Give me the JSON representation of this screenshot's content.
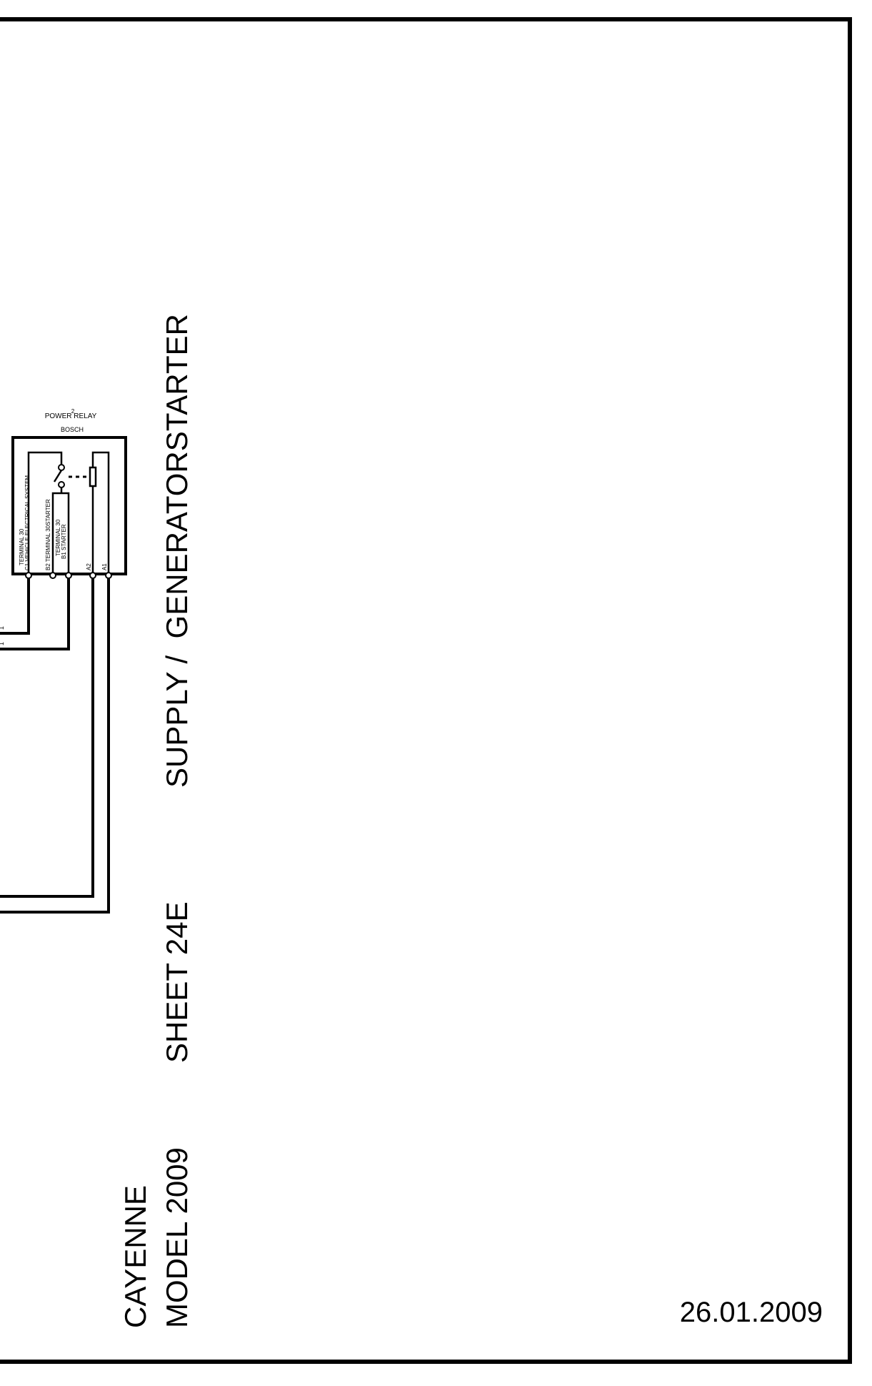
{
  "title_block": {
    "line1": "CAYENNE",
    "line2": "MODEL 2009",
    "sheet": "SHEET 24E",
    "subject": "SUPPLY /  GENERATORSTARTER",
    "date": "26.01.2009"
  },
  "relay": {
    "number": "2",
    "name": "POWER RELAY",
    "maker": "BOSCH",
    "pins": {
      "c1": "C1 VEHICLE ELECTRICAL SYSTEM",
      "c1_terminal": "TERMINAL 30",
      "b2": "B2 TERMINAL 30STARTER",
      "b1": "B1 STARTER",
      "b1_terminal": "TERMINAL 30",
      "a2": "A2",
      "a1": "A1"
    }
  },
  "wire_marks": {
    "upper": "1",
    "lower": "1"
  }
}
